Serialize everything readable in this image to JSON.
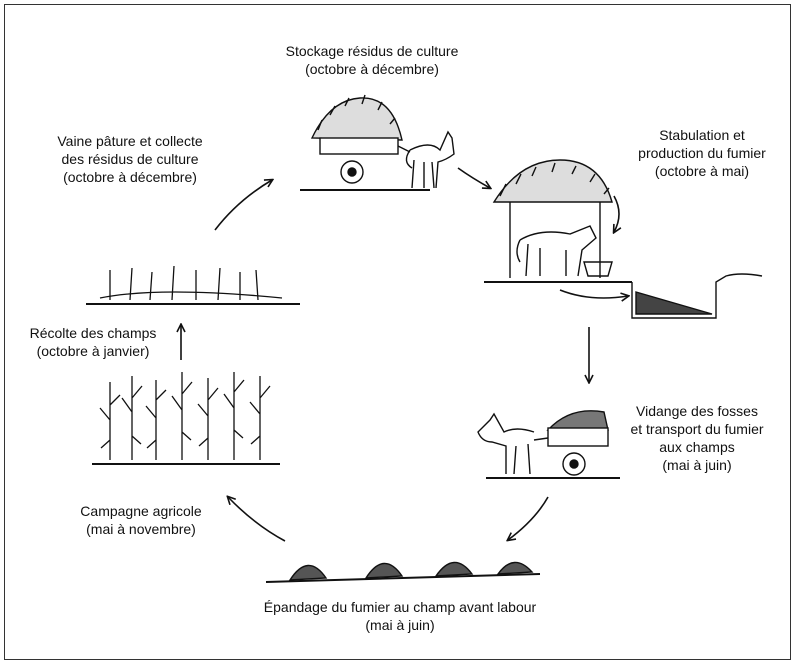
{
  "steps": {
    "storage": {
      "line1": "Stockage résidus de culture",
      "line2": "(octobre à décembre)"
    },
    "stabling": {
      "line1": "Stabulation et",
      "line2": "production du fumier",
      "line3": "(octobre à mai)"
    },
    "emptying": {
      "line1": "Vidange des fosses",
      "line2": "et transport du fumier",
      "line3": "aux champs",
      "line4": "(mai à juin)"
    },
    "spreading": {
      "line1": "Épandage du fumier au champ avant labour",
      "line2": "(mai à juin)"
    },
    "campaign": {
      "line1": "Campagne agricole",
      "line2": "(mai à novembre)"
    },
    "harvest": {
      "line1": "Récolte des champs",
      "line2": "(octobre à janvier)"
    },
    "grazing": {
      "line1": "Vaine pâture et collecte",
      "line2": "des résidus de culture",
      "line3": "(octobre à décembre)"
    }
  }
}
